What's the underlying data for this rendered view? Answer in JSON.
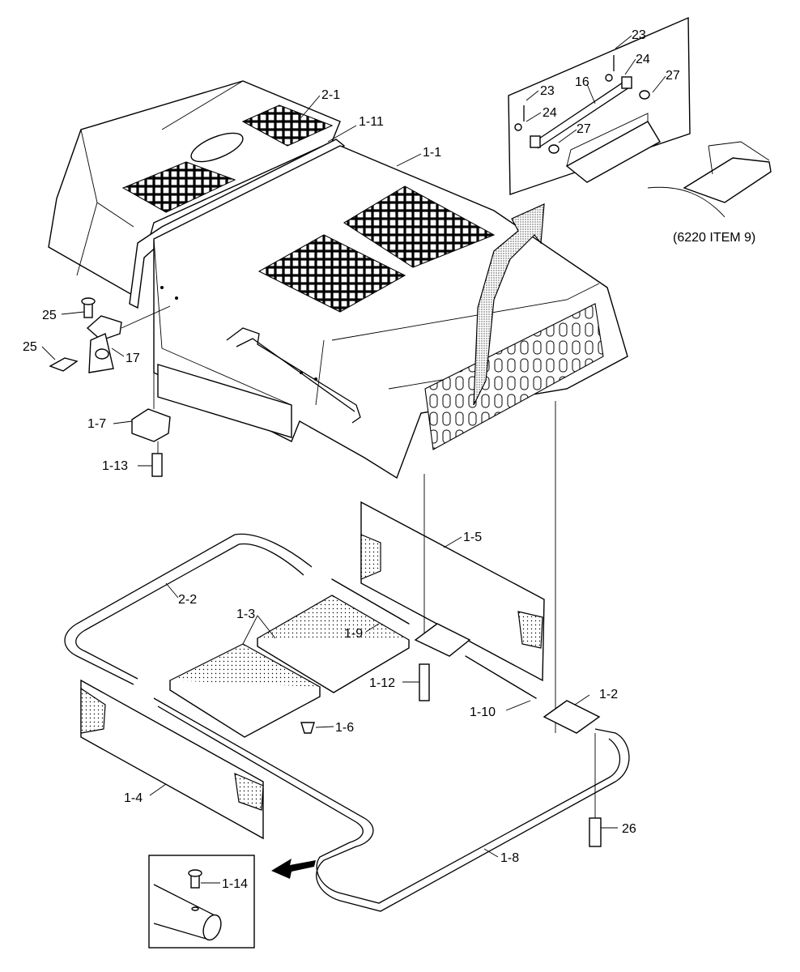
{
  "callouts": {
    "c_2_1": "2-1",
    "c_1_11": "1-11",
    "c_1_1": "1-1",
    "c_23a": "23",
    "c_24a": "24",
    "c_16": "16",
    "c_27a": "27",
    "c_23b": "23",
    "c_24b": "24",
    "c_27b": "27",
    "c_6220": "(6220 ITEM 9)",
    "c_25a": "25",
    "c_25b": "25",
    "c_17": "17",
    "c_1_7": "1-7",
    "c_1_13": "1-13",
    "c_1_5": "1-5",
    "c_2_2": "2-2",
    "c_1_3": "1-3",
    "c_1_9": "1-9",
    "c_1_12": "1-12",
    "c_1_10": "1-10",
    "c_1_2": "1-2",
    "c_1_6": "1-6",
    "c_1_4": "1-4",
    "c_26": "26",
    "c_1_8": "1-8",
    "c_1_14": "1-14"
  }
}
